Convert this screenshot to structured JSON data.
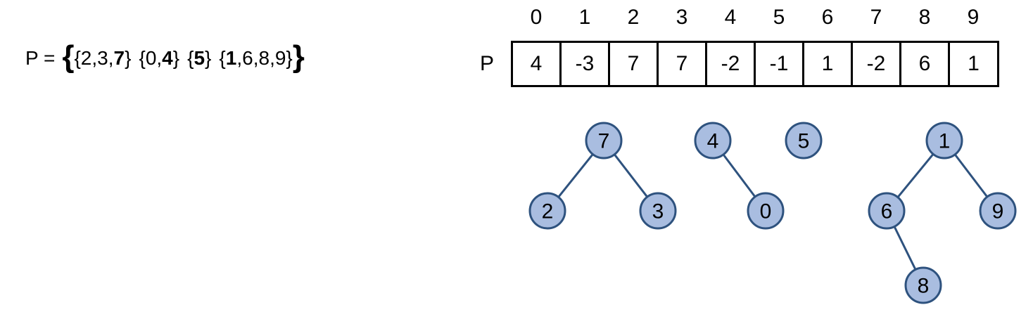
{
  "expression": {
    "label": "P =",
    "open_brace": "{",
    "close_brace": "}",
    "sets": [
      {
        "open": "{",
        "elements": [
          "2",
          "3"
        ],
        "representative": "7",
        "rep_last": true,
        "close": "}"
      },
      {
        "open": "{",
        "elements": [
          "0"
        ],
        "representative": "4",
        "rep_last": true,
        "close": "}"
      },
      {
        "open": "{",
        "elements": [],
        "representative": "5",
        "rep_last": true,
        "close": "}"
      },
      {
        "open": "{",
        "elements": [
          "6",
          "8",
          "9"
        ],
        "representative": "1",
        "rep_last": false,
        "close": "}"
      }
    ]
  },
  "array": {
    "label": "P",
    "indices": [
      "0",
      "1",
      "2",
      "3",
      "4",
      "5",
      "6",
      "7",
      "8",
      "9"
    ],
    "values": [
      "4",
      "-3",
      "7",
      "7",
      "-2",
      "-1",
      "1",
      "-2",
      "6",
      "1"
    ]
  },
  "forest": {
    "node_fill": "#a9bde0",
    "node_stroke": "#2e527e",
    "edge_color": "#2e527e",
    "nodes": [
      {
        "id": "n7",
        "label": "7"
      },
      {
        "id": "n2",
        "label": "2"
      },
      {
        "id": "n3",
        "label": "3"
      },
      {
        "id": "n4",
        "label": "4"
      },
      {
        "id": "n0",
        "label": "0"
      },
      {
        "id": "n5",
        "label": "5"
      },
      {
        "id": "n1",
        "label": "1"
      },
      {
        "id": "n6",
        "label": "6"
      },
      {
        "id": "n9",
        "label": "9"
      },
      {
        "id": "n8",
        "label": "8"
      }
    ],
    "edges": [
      {
        "from": "n7",
        "to": "n2"
      },
      {
        "from": "n7",
        "to": "n3"
      },
      {
        "from": "n4",
        "to": "n0"
      },
      {
        "from": "n1",
        "to": "n6"
      },
      {
        "from": "n1",
        "to": "n9"
      },
      {
        "from": "n6",
        "to": "n8"
      }
    ]
  }
}
